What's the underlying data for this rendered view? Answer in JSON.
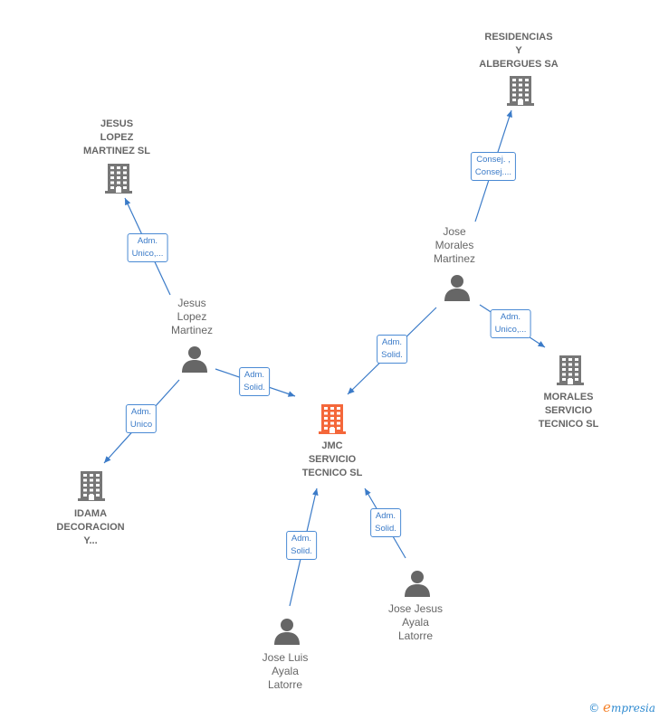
{
  "colors": {
    "edge": "#3b7bc8",
    "building": "#777777",
    "building_focus": "#f4673a",
    "person": "#666666"
  },
  "nodes": [
    {
      "id": "jmc",
      "type": "company",
      "focus": true,
      "label": "JMC\nSERVICIO\nTECNICO  SL"
    },
    {
      "id": "residencias",
      "type": "company",
      "label": "RESIDENCIAS\nY\nALBERGUES SA"
    },
    {
      "id": "jesus_lopez_sl",
      "type": "company",
      "label": "JESUS\nLOPEZ\nMARTINEZ  SL"
    },
    {
      "id": "morales",
      "type": "company",
      "label": "MORALES\nSERVICIO\nTECNICO  SL"
    },
    {
      "id": "idama",
      "type": "company",
      "label": "IDAMA\nDECORACION\nY..."
    },
    {
      "id": "jose_morales",
      "type": "person",
      "label": "Jose\nMorales\nMartinez"
    },
    {
      "id": "jesus_lopez",
      "type": "person",
      "label": "Jesus\nLopez\nMartinez"
    },
    {
      "id": "jose_jesus",
      "type": "person",
      "label": "Jose Jesus\nAyala\nLatorre"
    },
    {
      "id": "jose_luis",
      "type": "person",
      "label": "Jose Luis\nAyala\nLatorre"
    }
  ],
  "edges": [
    {
      "from": "jose_morales",
      "to": "residencias",
      "label": "Consej. ,\nConsej...."
    },
    {
      "from": "jose_morales",
      "to": "morales",
      "label": "Adm.\nUnico,..."
    },
    {
      "from": "jose_morales",
      "to": "jmc",
      "label": "Adm.\nSolid."
    },
    {
      "from": "jesus_lopez",
      "to": "jesus_lopez_sl",
      "label": "Adm.\nUnico,..."
    },
    {
      "from": "jesus_lopez",
      "to": "jmc",
      "label": "Adm.\nSolid."
    },
    {
      "from": "jesus_lopez",
      "to": "idama",
      "label": "Adm.\nUnico"
    },
    {
      "from": "jose_luis",
      "to": "jmc",
      "label": "Adm.\nSolid."
    },
    {
      "from": "jose_jesus",
      "to": "jmc",
      "label": "Adm.\nSolid."
    }
  ],
  "footer": {
    "copyright": "©",
    "brand_initial": "e",
    "brand_rest": "mpresia"
  }
}
